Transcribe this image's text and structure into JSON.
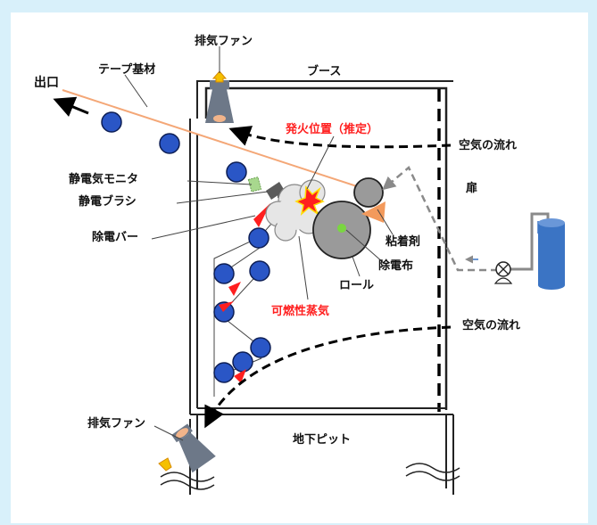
{
  "labels": {
    "exhaust_fan_top": "排気ファン",
    "booth": "ブース",
    "exit": "出口",
    "tape_substrate": "テープ基材",
    "ignition_point": "発火位置（推定）",
    "airflow_top": "空気の流れ",
    "door": "扉",
    "static_monitor": "静電気モニタ",
    "static_brush": "静電ブラシ",
    "static_bar": "除電バー",
    "adhesive": "粘着剤",
    "static_cloth": "除電布",
    "roll": "ロール",
    "flammable_vapor": "可燃性蒸気",
    "airflow_bottom": "空気の流れ",
    "exhaust_fan_bottom": "排気ファン",
    "underground_pit": "地下ピット"
  },
  "colors": {
    "background": "#d8f0fa",
    "roller_blue": "#2a56c6",
    "tape_line": "#f4a777",
    "fire_red": "#ff1f1f",
    "big_roll_gray": "#9a9a9a",
    "tank_blue": "#3b74c4",
    "pipe_gray": "#888888"
  },
  "icons": {
    "pump": "pump-symbol",
    "flame": "flame-icon",
    "vapor_cloud": "cloud-shape"
  }
}
